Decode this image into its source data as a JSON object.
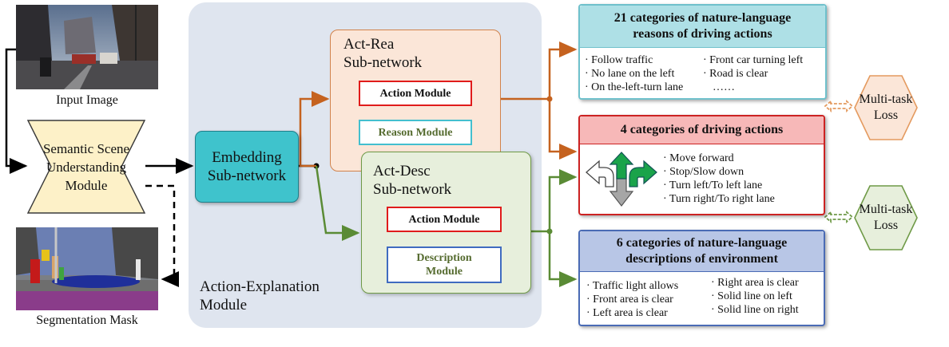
{
  "input": {
    "label": "Input Image"
  },
  "scene": {
    "lines": [
      "Semantic Scene",
      "Understanding",
      "Module"
    ]
  },
  "segmentation": {
    "label": "Segmentation Mask"
  },
  "embedding": {
    "lines": [
      "Embedding",
      "Sub-network"
    ]
  },
  "panel": {
    "lines": [
      "Action-Explanation",
      "Module"
    ]
  },
  "act_rea": {
    "lines": [
      "Act-Rea",
      "Sub-network"
    ],
    "action_module": "Action Module",
    "reason_module": "Reason Module"
  },
  "act_desc": {
    "lines": [
      "Act-Desc",
      "Sub-network"
    ],
    "action_module": "Action Module",
    "description_module": [
      "Description",
      "Module"
    ]
  },
  "reasons": {
    "title": [
      "21 categories of nature-language",
      "reasons of driving actions"
    ],
    "col1": [
      "· Follow traffic",
      "· No lane on the left",
      "· On the-left-turn lane"
    ],
    "col2": [
      "· Front car turning left",
      "· Road is clear",
      "……"
    ]
  },
  "actions": {
    "title": "4 categories of driving actions",
    "items": [
      "· Move forward",
      "· Stop/Slow down",
      "· Turn left/To left lane",
      "· Turn right/To right lane"
    ]
  },
  "descriptions": {
    "title": [
      "6 categories of nature-language",
      "descriptions of environment"
    ],
    "col1": [
      "· Traffic light allows",
      "· Front area is clear",
      "· Left area is clear"
    ],
    "col2": [
      "· Right area is clear",
      "· Solid line on left",
      "· Solid line on right"
    ]
  },
  "loss1": {
    "lines": [
      "Multi-task",
      "Loss"
    ]
  },
  "loss2": {
    "lines": [
      "Multi-task",
      "Loss"
    ]
  },
  "colors": {
    "orange": "#c5621f",
    "green": "#5a8b35",
    "reason_head": "#aee0e6",
    "action_head": "#f7b8b8",
    "desc_head": "#b8c6e6",
    "action_border": "#cc2222",
    "desc_border": "#4a6bb5",
    "reason_border": "#6fc1cc"
  }
}
